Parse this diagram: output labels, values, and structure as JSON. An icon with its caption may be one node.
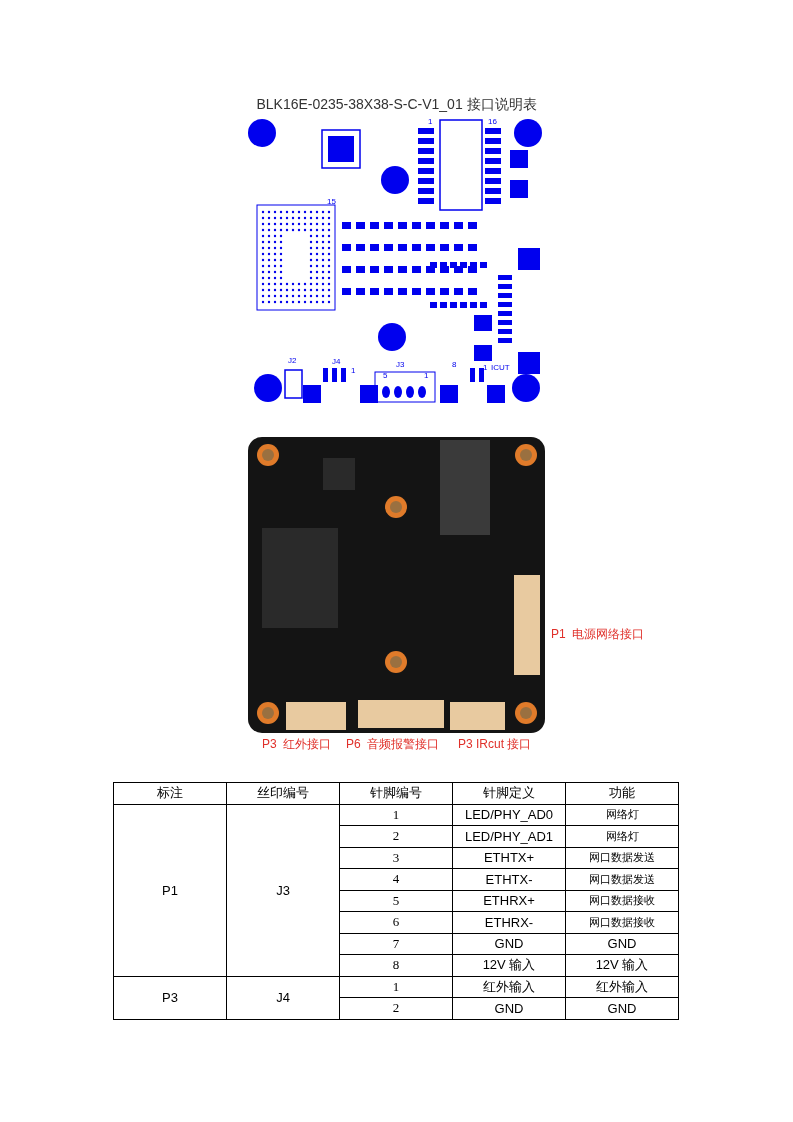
{
  "diagram": {
    "title": "BLK16E-0235-38X38-S-C-V1_01 接口说明表",
    "labels": [
      "1",
      "16",
      "15",
      "J2",
      "J4",
      "1",
      "J3",
      "5",
      "1",
      "8",
      "1",
      "ICUT",
      "P1  电源网络接口",
      "P3  红外接口",
      "P6  音频报警接口",
      "P3 IRcut 接口",
      "标注",
      "丝印编号",
      "针脚编号",
      "针脚定义",
      "功能",
      "P1",
      "J3",
      "1",
      "LED/PHY_AD0",
      "网络灯",
      "2",
      "LED/PHY_AD1",
      "网络灯",
      "3",
      "ETHTX+",
      "网口数据发送",
      "4",
      "ETHTX-",
      "网口数据发送",
      "5",
      "ETHRX+",
      "网口数据接收",
      "6",
      "ETHRX-",
      "网口数据接收",
      "7",
      "GND",
      "GND",
      "8",
      "12V 输入",
      "12V 输入",
      "P3",
      "J4",
      "1",
      "红外输入",
      "红外输入",
      "2",
      "GND",
      "GND"
    ]
  }
}
